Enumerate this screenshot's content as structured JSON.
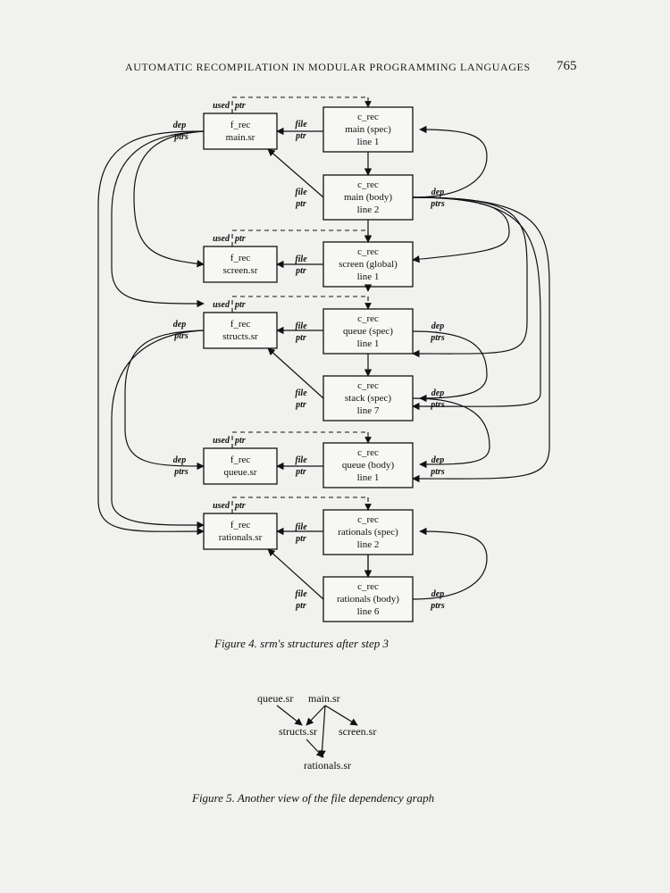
{
  "header": {
    "title": "Automatic Recompilation in Modular Programming Languages",
    "page_number": "765"
  },
  "figure4": {
    "f_recs": [
      {
        "kind": "f_rec",
        "file": "main.sr"
      },
      {
        "kind": "f_rec",
        "file": "screen.sr"
      },
      {
        "kind": "f_rec",
        "file": "structs.sr"
      },
      {
        "kind": "f_rec",
        "file": "queue.sr"
      },
      {
        "kind": "f_rec",
        "file": "rationals.sr"
      }
    ],
    "c_recs": [
      {
        "kind": "c_rec",
        "name": "main (spec)",
        "line": "line 1"
      },
      {
        "kind": "c_rec",
        "name": "main (body)",
        "line": "line 2"
      },
      {
        "kind": "c_rec",
        "name": "screen (global)",
        "line": "line 1"
      },
      {
        "kind": "c_rec",
        "name": "queue (spec)",
        "line": "line 1"
      },
      {
        "kind": "c_rec",
        "name": "stack (spec)",
        "line": "line 7"
      },
      {
        "kind": "c_rec",
        "name": "queue (body)",
        "line": "line 1"
      },
      {
        "kind": "c_rec",
        "name": "rationals (spec)",
        "line": "line 2"
      },
      {
        "kind": "c_rec",
        "name": "rationals (body)",
        "line": "line 6"
      }
    ],
    "labels": {
      "used": "used",
      "ptr": "ptr",
      "file": "file",
      "dep": "dep",
      "ptrs": "ptrs"
    },
    "caption": "Figure 4. srm's structures after step 3"
  },
  "figure5": {
    "nodes": [
      "queue.sr",
      "main.sr",
      "structs.sr",
      "screen.sr",
      "rationals.sr"
    ],
    "caption": "Figure 5. Another view of the file dependency graph"
  }
}
